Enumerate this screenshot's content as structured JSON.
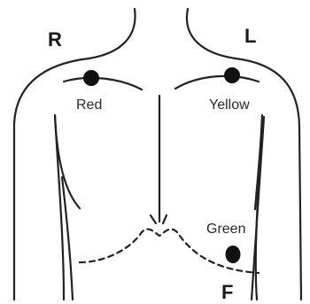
{
  "labels": {
    "right_side": "R",
    "left_side": "L",
    "foot": "F"
  },
  "electrodes": [
    {
      "label": "Red",
      "color": "#111111"
    },
    {
      "label": "Yellow",
      "color": "#111111"
    },
    {
      "label": "Green",
      "color": "#111111"
    }
  ],
  "line_color": "#222222"
}
